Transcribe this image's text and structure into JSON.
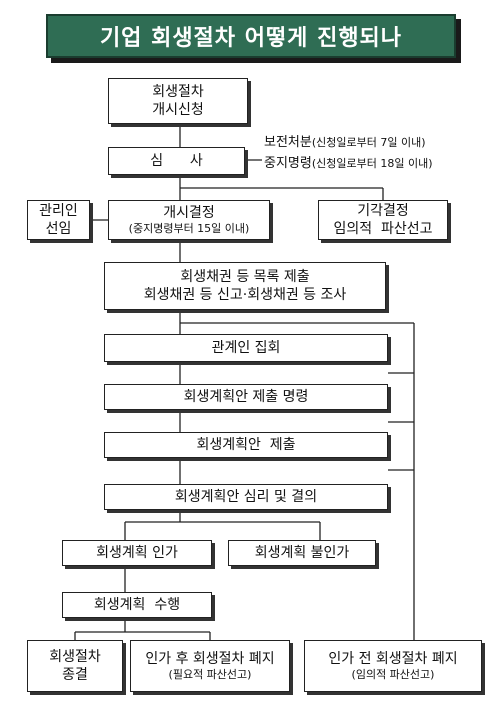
{
  "title": "기업 회생절차 어떻게 진행되나",
  "nodes": {
    "apply": {
      "line1": "회생절차",
      "line2": "개시신청"
    },
    "review": {
      "label": "심      사"
    },
    "preservation": {
      "main": "보전처분",
      "sub": "(신청일로부터 7일 이내)"
    },
    "stay": {
      "main": "중지명령",
      "sub": "(신청일로부터 18일 이내)"
    },
    "trustee": {
      "line1": "관리인",
      "line2": "선임"
    },
    "commence": {
      "line1": "개시결정",
      "line2": "(중지명령부터 15일 이내)"
    },
    "dismiss": {
      "line1": "기각결정",
      "line2": "임의적  파산선고"
    },
    "claims": {
      "line1": "회생채권 등 목록 제출",
      "line2": "회생채권 등 신고·회생채권 등 조사"
    },
    "meeting": {
      "label": "관계인 집회"
    },
    "plan_order": {
      "label": "회생계획안 제출 명령"
    },
    "plan_submit": {
      "label": "회생계획안  제출"
    },
    "plan_review": {
      "label": "회생계획안 심리 및 결의"
    },
    "approve": {
      "label": "회생계획 인가"
    },
    "reject": {
      "label": "회생계획 불인가"
    },
    "execute": {
      "label": "회생계획  수행"
    },
    "end": {
      "line1": "회생절차",
      "line2": "종결"
    },
    "abolish_after": {
      "main": "인가 후 회생절차 폐지",
      "sub": "(필요적 파산선고)"
    },
    "abolish_before": {
      "main": "인가 전 회생절차 폐지",
      "sub": "(임의적 파산선고)"
    }
  }
}
